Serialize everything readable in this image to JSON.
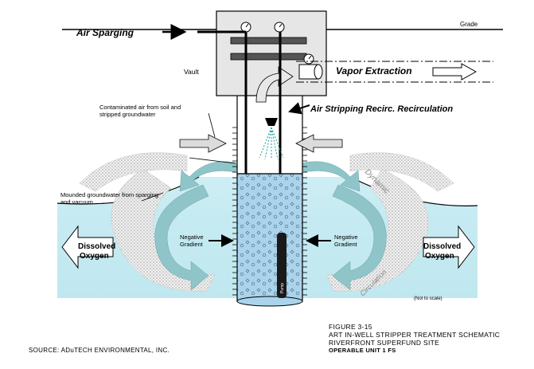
{
  "labels": {
    "grade": "Grade",
    "air_sparging": "Air Sparging",
    "vault": "Vault",
    "vapor_extraction": "Vapor Extraction",
    "contaminated_air_line1": "Contaminated air from soil and",
    "contaminated_air_line2": "stripped groundwater",
    "air_stripping": "Air Stripping Recirc. Recirculation",
    "mounded_line1": "Mounded groundwater from sparging",
    "mounded_line2": "and vacuum",
    "dissolved_left_line1": "Dissolved",
    "dissolved_left_line2": "Oxygen",
    "dissolved_right_line1": "Dissolved",
    "dissolved_right_line2": "Oxygen",
    "negative_left_line1": "Negative",
    "negative_left_line2": "Gradient",
    "negative_right_line1": "Negative",
    "negative_right_line2": "Gradient",
    "pump": "Pump",
    "dynamic": "Dynamic",
    "not_to_scale": "(Not to scale)",
    "circulation": "Circulation"
  },
  "caption": {
    "figure": "FIGURE 3-15",
    "title": "ART IN-WELL STRIPPER TREATMENT SCHEMATIC",
    "site": "RIVERFRONT SUPERFUND SITE",
    "unit": "OPERABLE UNIT 1 FS"
  },
  "source": "SOURCE: ADuTECH ENVIRONMENTAL, INC.",
  "colors": {
    "groundwater": "#bfe6ee",
    "well_water": "#a9d4ec",
    "flow_arrow": "#8fc5c9",
    "vault": "#e6e6e6",
    "dotted_flow": "#d4d4d4"
  }
}
